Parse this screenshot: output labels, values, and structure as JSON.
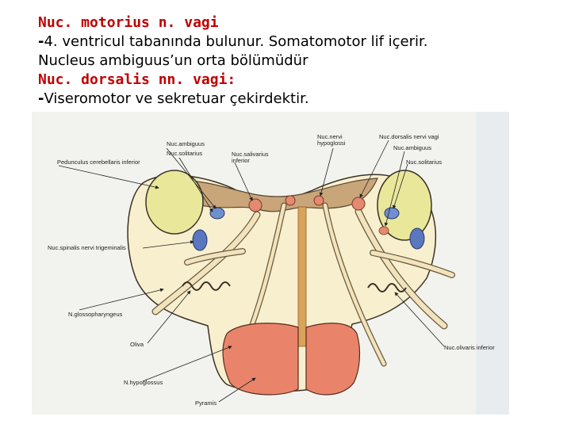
{
  "slide": {
    "heading1": "Nuc. motorius n. vagi",
    "line1_dash": "-",
    "line1_text": "4. ventricul tabanında bulunur. Somatomotor lif içerir.",
    "line2_text": "Nucleus ambiguus’un orta bölümüdür",
    "heading2": "Nuc. dorsalis nn. vagi:",
    "line3_dash": "-",
    "line3_text": "Viseromotor ve sekretuar çekirdektir."
  },
  "figure": {
    "labels": {
      "nuc_ambiguus_left": "Nuc.ambiguus",
      "nuc_solitarius_left": "Nuc.solitarius",
      "nuc_salivarius": "Nuc.salivarius",
      "inferior": "inferior",
      "pedunculus": "Pedunculus cerebellaris inferior",
      "nuc_nervi": "Nuc.nervi",
      "hypoglossi": "hypoglossi",
      "nuc_dorsalis": "Nuc.dorsalis nervi vagi",
      "nuc_ambiguus_right": "Nuc.ambiguus",
      "nuc_solitarius_right": "Nuc.solitarius",
      "spinal_trigeminal": "Nuc.spinalis nervi trigeminalis",
      "glossopharyngeus": "N.glossopharyngeus",
      "oliva": "Oliva",
      "hypoglossus": "N.hypoglossus",
      "pyramis": "Pyramis",
      "olivaris_inferior": "Nuc.olivaris inferior"
    },
    "colors": {
      "background": "#f2f3ee",
      "medulla": "#f8efcf",
      "floor": "#c9a57a",
      "peduncle": "#e9e79a",
      "pyramid": "#e9846b",
      "nucleus_blue": "#6f8fd0",
      "nucleus_red": "#e48a70",
      "nerve": "#f1e3bb",
      "raphe": "#d9a35a"
    }
  }
}
